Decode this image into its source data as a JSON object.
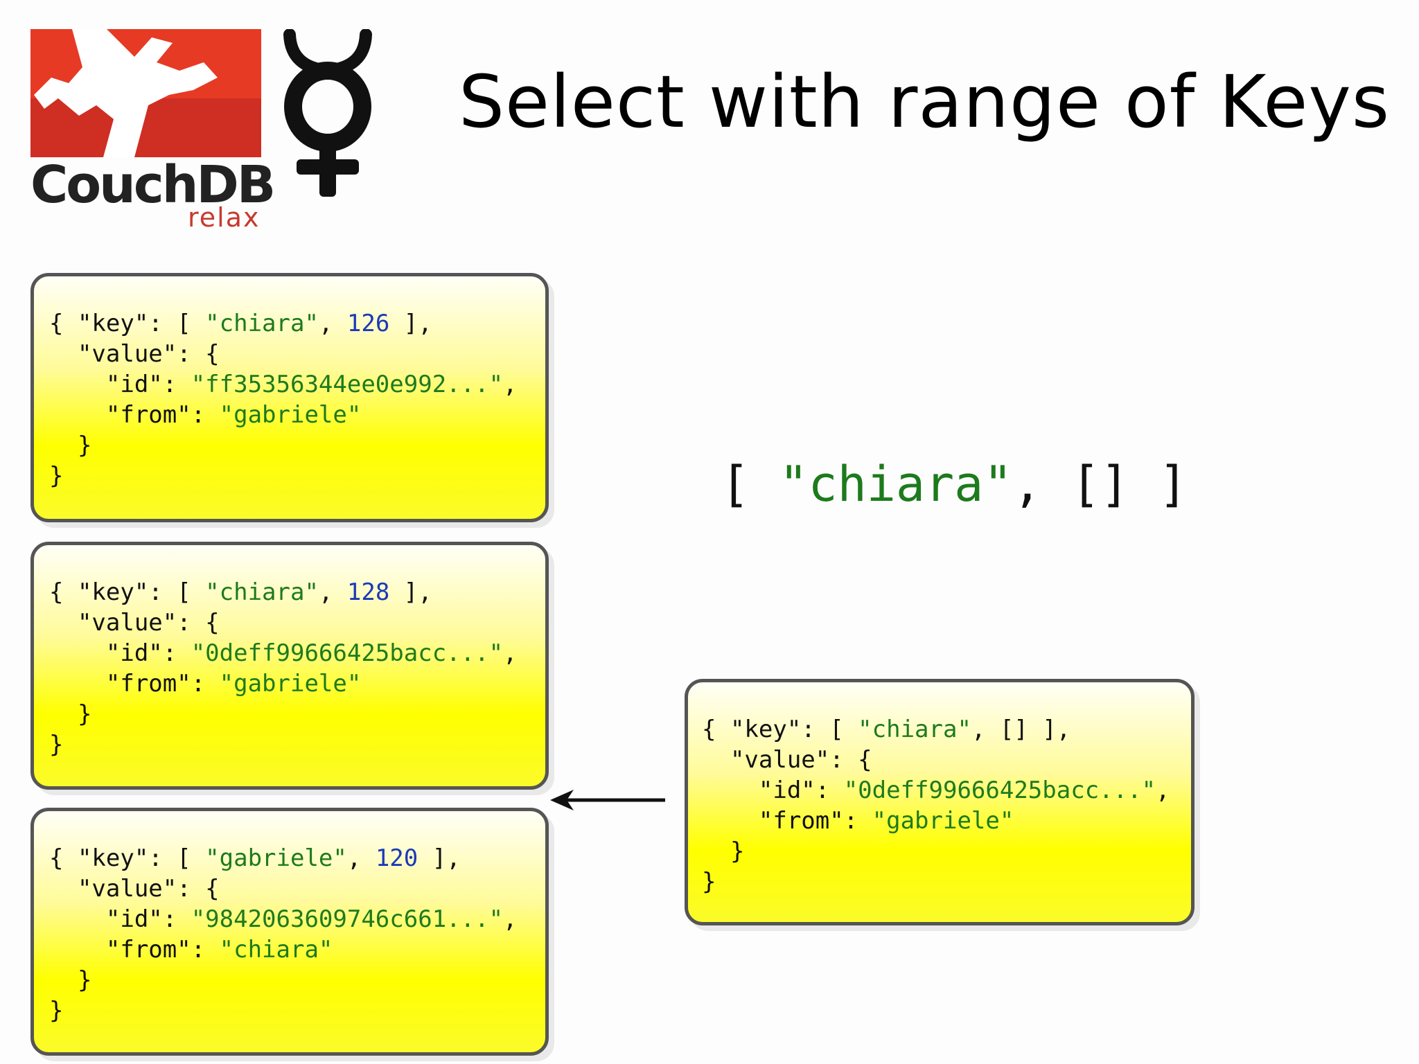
{
  "slide": {
    "title": "Select with range of Keys",
    "logo": {
      "wordmark": "CouchDB",
      "tagline": "relax",
      "brand_color": "#e63a25"
    },
    "planet_symbol_icon": "mercury-symbol-icon",
    "query_key": {
      "open": "[ ",
      "name": "\"chiara\"",
      "rest": ", [] ]"
    },
    "rows": [
      {
        "key_name": "\"chiara\"",
        "key_tail": "126",
        "id": "\"ff35356344ee0e992...\"",
        "from": "\"gabriele\""
      },
      {
        "key_name": "\"chiara\"",
        "key_tail": "128",
        "id": "\"0deff99666425bacc...\"",
        "from": "\"gabriele\""
      },
      {
        "key_name": "\"gabriele\"",
        "key_tail": "120",
        "id": "\"9842063609746c661...\"",
        "from": "\"chiara\""
      }
    ],
    "search_row": {
      "key_name": "\"chiara\"",
      "key_tail": "[]",
      "id": "\"0deff99666425bacc...\"",
      "from": "\"gabriele\""
    },
    "colors": {
      "string": "#1d7a1d",
      "number": "#1a3ab8",
      "card_fill": "#ffff00"
    }
  }
}
